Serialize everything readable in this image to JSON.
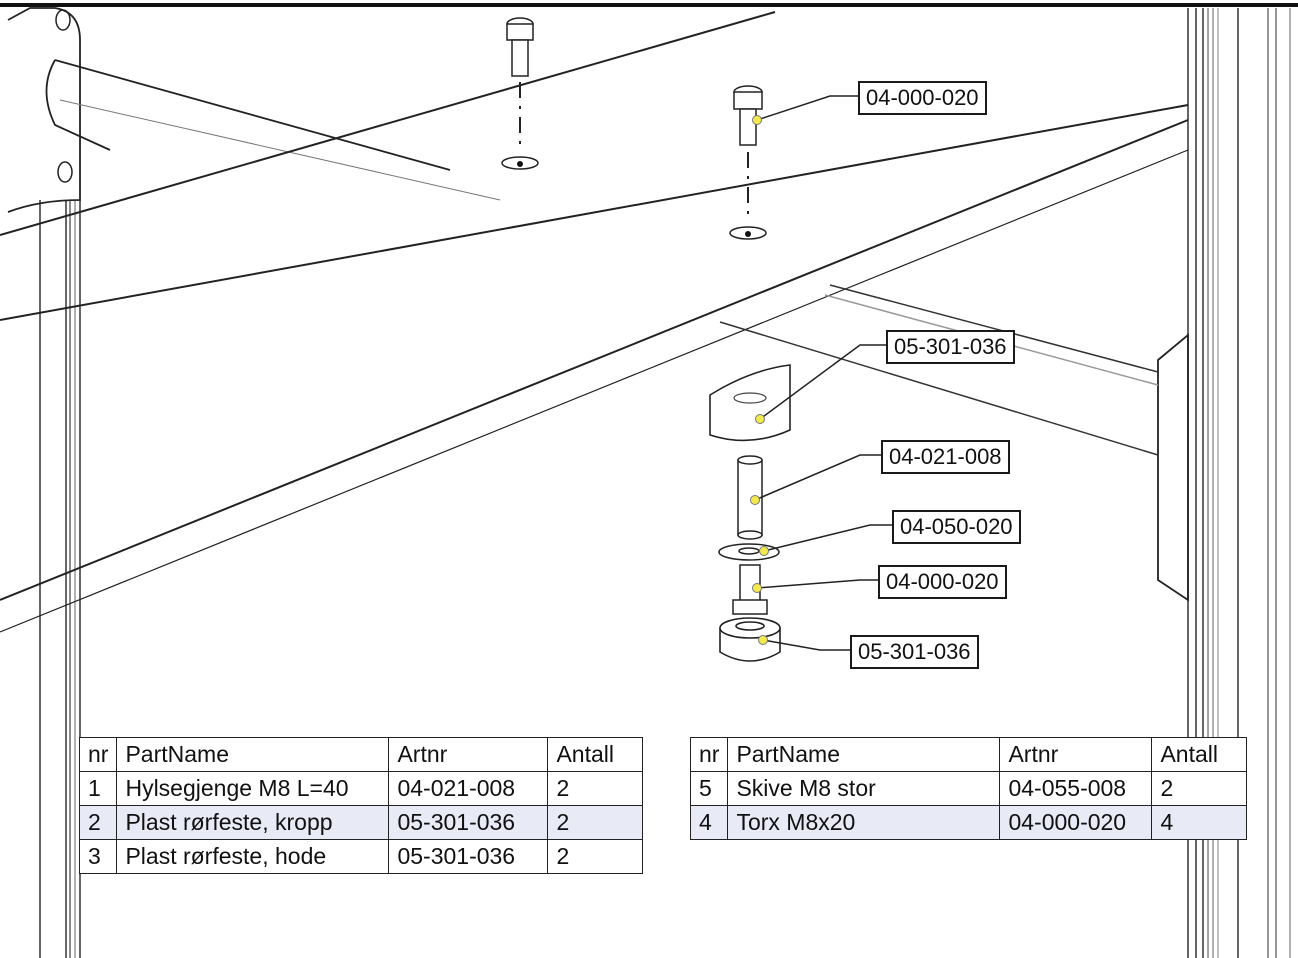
{
  "callouts": [
    {
      "id": "c1",
      "label": "04-000-020"
    },
    {
      "id": "c2",
      "label": "05-301-036"
    },
    {
      "id": "c3",
      "label": "04-021-008"
    },
    {
      "id": "c4",
      "label": "04-050-020"
    },
    {
      "id": "c5",
      "label": "04-000-020"
    },
    {
      "id": "c6",
      "label": "05-301-036"
    }
  ],
  "table_left": {
    "headers": [
      "nr",
      "PartName",
      "Artnr",
      "Antall"
    ],
    "rows": [
      [
        "1",
        "Hylsegjenge M8 L=40",
        "04-021-008",
        "2"
      ],
      [
        "2",
        "Plast rørfeste, kropp",
        "05-301-036",
        "2"
      ],
      [
        "3",
        "Plast rørfeste, hode",
        "05-301-036",
        "2"
      ]
    ]
  },
  "table_right": {
    "headers": [
      "nr",
      "PartName",
      "Artnr",
      "Antall"
    ],
    "rows": [
      [
        "5",
        "Skive M8 stor",
        "04-055-008",
        "2"
      ],
      [
        "4",
        "Torx M8x20",
        "04-000-020",
        "4"
      ]
    ]
  },
  "colors": {
    "marker": "#f2e94e",
    "line": "#222222",
    "row_alt": "#e8eaf6"
  }
}
